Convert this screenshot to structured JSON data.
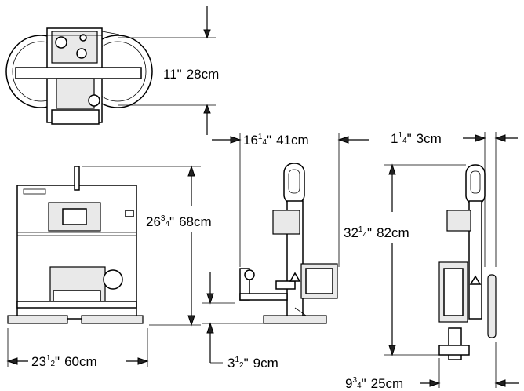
{
  "dimensions": {
    "top_height": {
      "whole": "11\"",
      "metric": "28cm"
    },
    "side_depth": {
      "whole": "16",
      "num": "1",
      "den": "4",
      "unit": "\"",
      "metric": "41cm"
    },
    "right_offset": {
      "whole": "1",
      "num": "1",
      "den": "4",
      "unit": "\"",
      "metric": "3cm"
    },
    "front_height": {
      "whole": "26",
      "num": "3",
      "den": "4",
      "unit": "\"",
      "metric": "68cm"
    },
    "side_height": {
      "whole": "32",
      "num": "1",
      "den": "4",
      "unit": "\"",
      "metric": "82cm"
    },
    "front_width": {
      "whole": "23",
      "num": "1",
      "den": "2",
      "unit": "\"",
      "metric": "60cm"
    },
    "pad_height": {
      "whole": "3",
      "num": "1",
      "den": "2",
      "unit": "\"",
      "metric": "9cm"
    },
    "right_depth": {
      "whole": "9",
      "num": "3",
      "den": "4",
      "unit": "\"",
      "metric": "25cm"
    }
  },
  "colors": {
    "ink": "#000000",
    "paper": "#ffffff"
  }
}
